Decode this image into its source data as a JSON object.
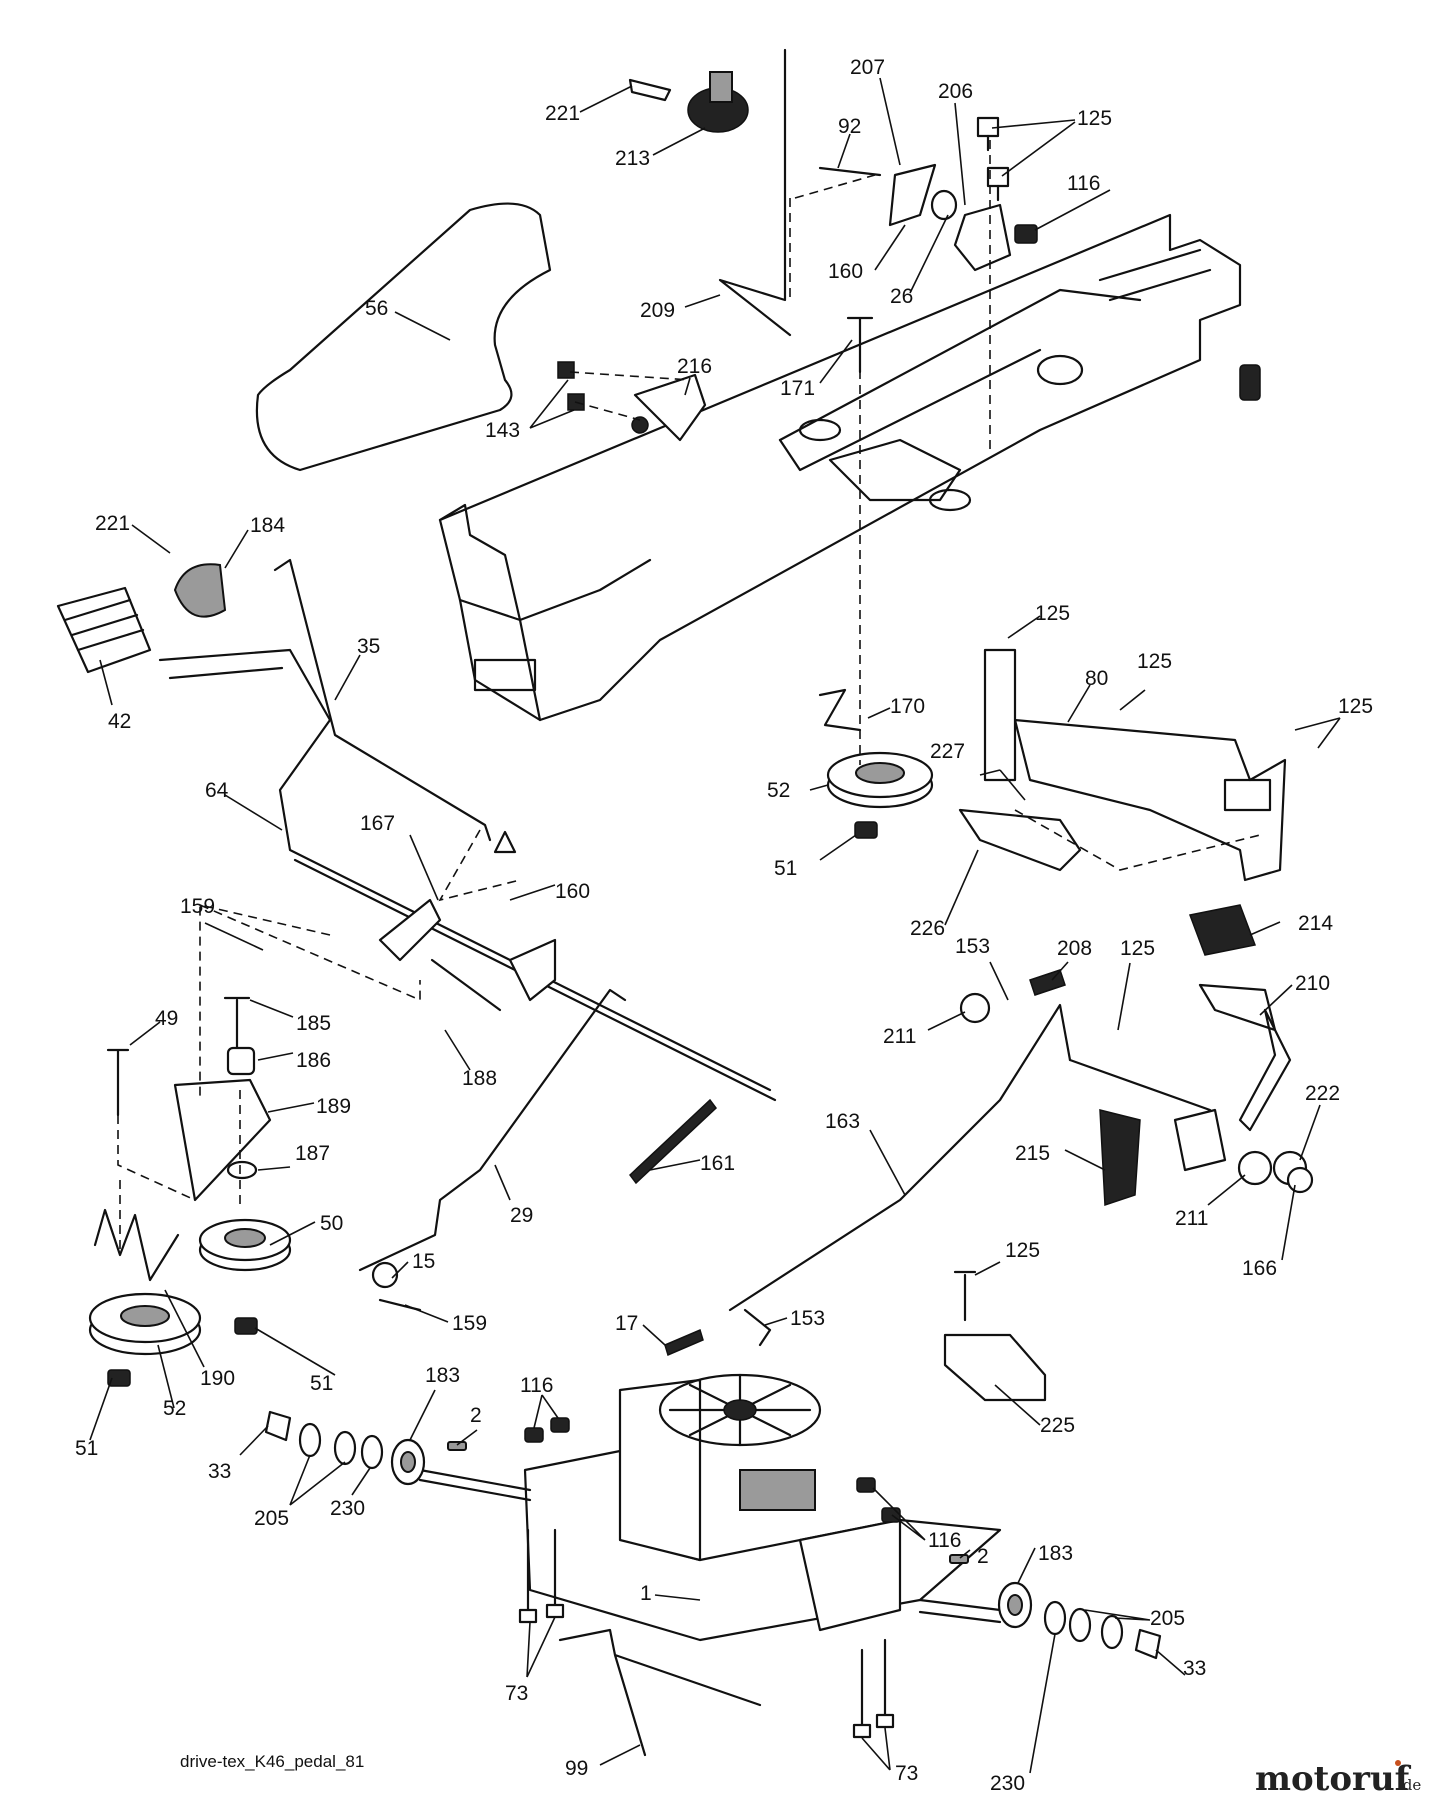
{
  "caption": "drive-tex_K46_pedal_81",
  "watermark": {
    "brand": "motoruf",
    "suffix": ".de",
    "accent": "#c8501e"
  },
  "callouts": [
    {
      "id": "221a",
      "label": "221"
    },
    {
      "id": "213",
      "label": "213"
    },
    {
      "id": "207",
      "label": "207"
    },
    {
      "id": "92",
      "label": "92"
    },
    {
      "id": "206",
      "label": "206"
    },
    {
      "id": "125a",
      "label": "125"
    },
    {
      "id": "116a",
      "label": "116"
    },
    {
      "id": "160a",
      "label": "160"
    },
    {
      "id": "26",
      "label": "26"
    },
    {
      "id": "56",
      "label": "56"
    },
    {
      "id": "209",
      "label": "209"
    },
    {
      "id": "216",
      "label": "216"
    },
    {
      "id": "171",
      "label": "171"
    },
    {
      "id": "143",
      "label": "143"
    },
    {
      "id": "221b",
      "label": "221"
    },
    {
      "id": "184",
      "label": "184"
    },
    {
      "id": "35",
      "label": "35"
    },
    {
      "id": "42",
      "label": "42"
    },
    {
      "id": "125b",
      "label": "125"
    },
    {
      "id": "125c",
      "label": "125"
    },
    {
      "id": "80",
      "label": "80"
    },
    {
      "id": "125d",
      "label": "125"
    },
    {
      "id": "170",
      "label": "170"
    },
    {
      "id": "227",
      "label": "227"
    },
    {
      "id": "52a",
      "label": "52"
    },
    {
      "id": "64",
      "label": "64"
    },
    {
      "id": "167",
      "label": "167"
    },
    {
      "id": "51a",
      "label": "51"
    },
    {
      "id": "226",
      "label": "226"
    },
    {
      "id": "159a",
      "label": "159"
    },
    {
      "id": "160b",
      "label": "160"
    },
    {
      "id": "214",
      "label": "214"
    },
    {
      "id": "153a",
      "label": "153"
    },
    {
      "id": "208",
      "label": "208"
    },
    {
      "id": "125e",
      "label": "125"
    },
    {
      "id": "210",
      "label": "210"
    },
    {
      "id": "49",
      "label": "49"
    },
    {
      "id": "185",
      "label": "185"
    },
    {
      "id": "211a",
      "label": "211"
    },
    {
      "id": "186",
      "label": "186"
    },
    {
      "id": "188",
      "label": "188"
    },
    {
      "id": "189",
      "label": "189"
    },
    {
      "id": "222",
      "label": "222"
    },
    {
      "id": "163",
      "label": "163"
    },
    {
      "id": "161",
      "label": "161"
    },
    {
      "id": "215",
      "label": "215"
    },
    {
      "id": "187",
      "label": "187"
    },
    {
      "id": "50",
      "label": "50"
    },
    {
      "id": "29",
      "label": "29"
    },
    {
      "id": "211b",
      "label": "211"
    },
    {
      "id": "125f",
      "label": "125"
    },
    {
      "id": "166",
      "label": "166"
    },
    {
      "id": "15",
      "label": "15"
    },
    {
      "id": "159b",
      "label": "159"
    },
    {
      "id": "17",
      "label": "17"
    },
    {
      "id": "153b",
      "label": "153"
    },
    {
      "id": "190",
      "label": "190"
    },
    {
      "id": "51b",
      "label": "51"
    },
    {
      "id": "52b",
      "label": "52"
    },
    {
      "id": "183a",
      "label": "183"
    },
    {
      "id": "116b",
      "label": "116"
    },
    {
      "id": "225",
      "label": "225"
    },
    {
      "id": "51c",
      "label": "51"
    },
    {
      "id": "33a",
      "label": "33"
    },
    {
      "id": "2a",
      "label": "2"
    },
    {
      "id": "205a",
      "label": "205"
    },
    {
      "id": "230a",
      "label": "230"
    },
    {
      "id": "116c",
      "label": "116"
    },
    {
      "id": "2b",
      "label": "2"
    },
    {
      "id": "183b",
      "label": "183"
    },
    {
      "id": "1",
      "label": "1"
    },
    {
      "id": "73a",
      "label": "73"
    },
    {
      "id": "205b",
      "label": "205"
    },
    {
      "id": "33b",
      "label": "33"
    },
    {
      "id": "99",
      "label": "99"
    },
    {
      "id": "73b",
      "label": "73"
    },
    {
      "id": "230b",
      "label": "230"
    }
  ]
}
